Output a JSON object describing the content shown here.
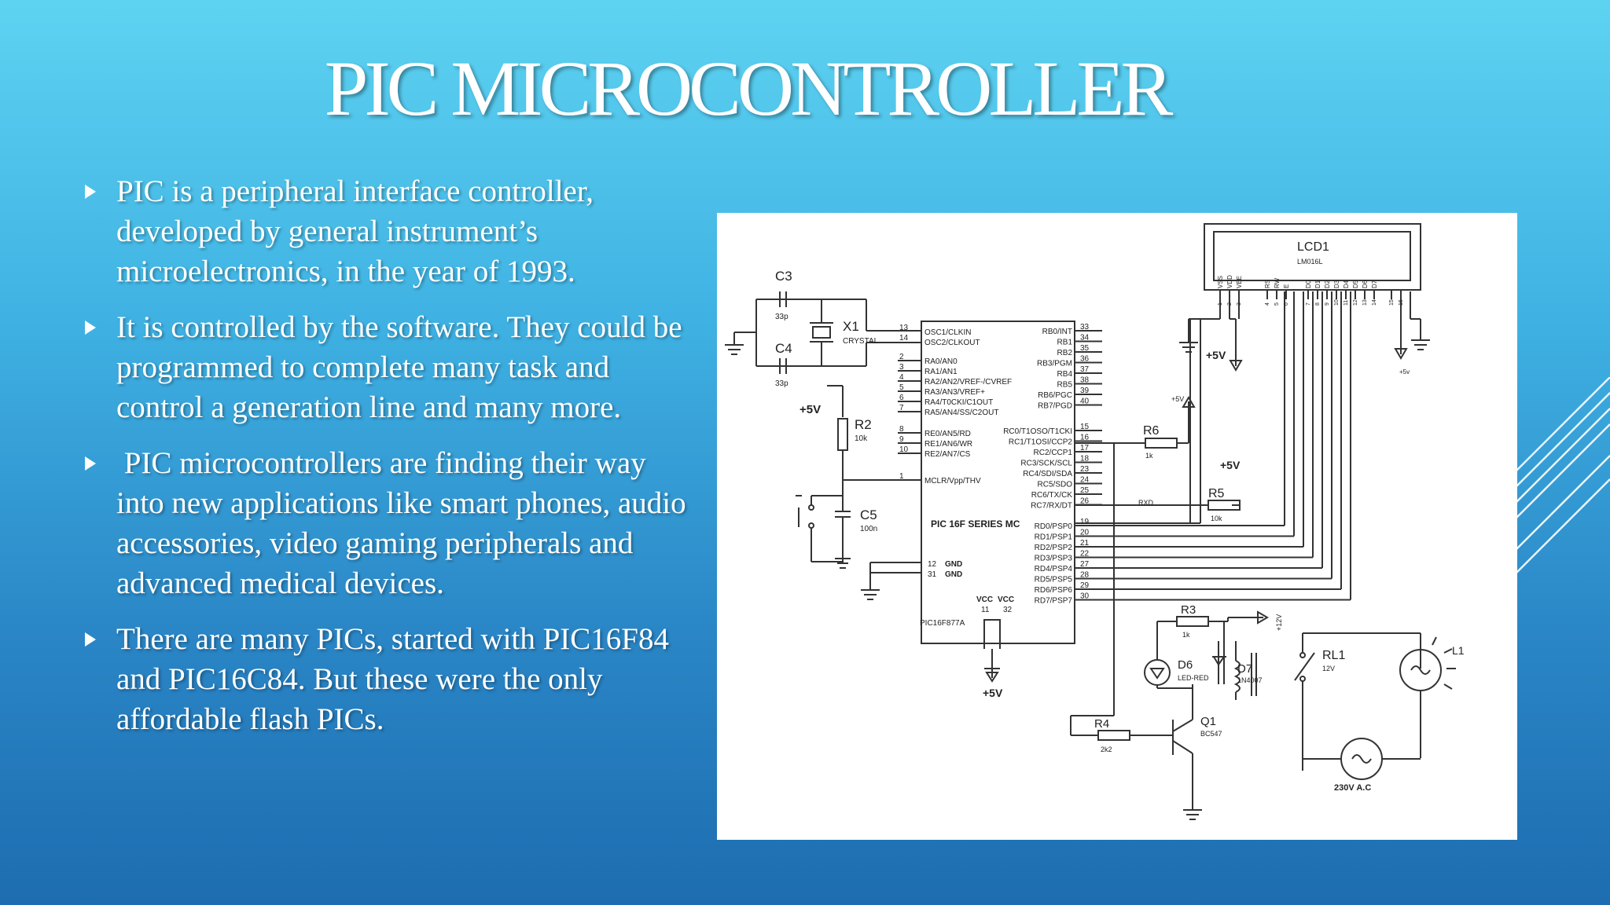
{
  "slide": {
    "title": "PIC MICROCONTROLLER",
    "bullets": [
      "PIC is a peripheral interface controller, developed by general instrument’s microelectronics, in the year of 1993.",
      "It is controlled by the software. They could be programmed to complete many task and control a generation line and many more.",
      " PIC microcontrollers are finding their way into new applications like smart phones, audio accessories, video gaming peripherals and advanced medical devices.",
      "There are many PICs, started with PIC16F84 and PIC16C84. But these were the only affordable flash PICs."
    ]
  },
  "schematic": {
    "c3": "C3",
    "c3_val": "33p",
    "c4": "C4",
    "c4_val": "33p",
    "x1": "X1",
    "x1_val": "CRYSTAL",
    "plus5v": "+5V",
    "r2": "R2",
    "r2_val": "10k",
    "c5": "C5",
    "c5_val": "100n",
    "mcu_left_pins": [
      "OSC1/CLKIN",
      "OSC2/CLKOUT",
      "RA0/AN0",
      "RA1/AN1",
      "RA2/AN2/VREF-/CVREF",
      "RA3/AN3/VREF+",
      "RA4/T0CKI/C1OUT",
      "RA5/AN4/SS/C2OUT",
      "RE0/AN5/RD",
      "RE1/AN6/WR",
      "RE2/AN7/CS",
      "MCLR/Vpp/THV"
    ],
    "mcu_left_nums": [
      "13",
      "14",
      "2",
      "3",
      "4",
      "5",
      "6",
      "7",
      "8",
      "9",
      "10",
      "1"
    ],
    "mcu_right_pins": [
      "RB0/INT",
      "RB1",
      "RB2",
      "RB3/PGM",
      "RB4",
      "RB5",
      "RB6/PGC",
      "RB7/PGD",
      "RC0/T1OSO/T1CKI",
      "RC1/T1OSI/CCP2",
      "RC2/CCP1",
      "RC3/SCK/SCL",
      "RC4/SDI/SDA",
      "RC5/SDO",
      "RC6/TX/CK",
      "RC7/RX/DT",
      "RD0/PSP0",
      "RD1/PSP1",
      "RD2/PSP2",
      "RD3/PSP3",
      "RD4/PSP4",
      "RD5/PSP5",
      "RD6/PSP6",
      "RD7/PSP7"
    ],
    "mcu_right_nums": [
      "33",
      "34",
      "35",
      "36",
      "37",
      "38",
      "39",
      "40",
      "15",
      "16",
      "17",
      "18",
      "23",
      "24",
      "25",
      "26",
      "19",
      "20",
      "21",
      "22",
      "27",
      "28",
      "29",
      "30"
    ],
    "mcu_name": "PIC 16F SERIES MC",
    "mcu_part": "PIC16F877A",
    "gnd": "GND",
    "gnd_pin1": "12",
    "gnd_pin2": "31",
    "vcc": "VCC",
    "vcc_pin1": "11",
    "vcc_pin2": "32",
    "lcd": "LCD1",
    "lcd_part": "LM016L",
    "lcd_pins": [
      "VSS",
      "VDD",
      "VEE",
      "RS",
      "RW",
      "E",
      "D0",
      "D1",
      "D2",
      "D3",
      "D4",
      "D5",
      "D6",
      "D7"
    ],
    "lcd_nums": [
      "1",
      "2",
      "3",
      "4",
      "5",
      "6",
      "7",
      "8",
      "9",
      "10",
      "11",
      "12",
      "13",
      "14",
      "15",
      "16"
    ],
    "plus5v_small": "+5V",
    "plus5v_lower": "+5v",
    "r6": "R6",
    "r6_val": "1k",
    "r5": "R5",
    "r5_val": "10k",
    "rxd": "RXD",
    "r3": "R3",
    "r3_val": "1k",
    "plus12v": "+12V",
    "d6": "D6",
    "d6_val": "LED-RED",
    "d7": "D7",
    "d7_val": "1N4007",
    "rl1": "RL1",
    "rl1_val": "12V",
    "l1": "L1",
    "r4": "R4",
    "r4_val": "2k2",
    "q1": "Q1",
    "q1_val": "BC547",
    "ac": "230V A.C"
  }
}
